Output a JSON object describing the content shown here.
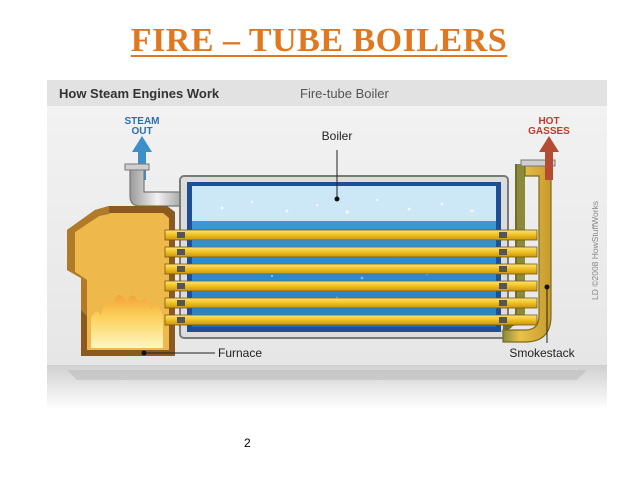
{
  "slide": {
    "title": "FIRE – TUBE BOILERS",
    "page_number": "2"
  },
  "figure": {
    "series_title": "How Steam Engines Work",
    "subtitle": "Fire-tube Boiler",
    "labels": {
      "steam_out_line1": "STEAM",
      "steam_out_line2": "OUT",
      "hot_gasses_line1": "HOT",
      "hot_gasses_line2": "GASSES",
      "boiler": "Boiler",
      "furnace": "Furnace",
      "smokestack": "Smokestack"
    },
    "credit": "LD ©2008 HowStuffWorks",
    "colors": {
      "header_band": "#e2e2e2",
      "steam_arrow": "#3d8fc8",
      "hot_gas_arrow": "#b44b32",
      "fire_tube": "#f0c020",
      "furnace": "#efb84a",
      "boiler_shell": "#1c4f95",
      "water": "#2a86c8",
      "steam_space": "#cce7f6",
      "label_red": "#c0392b"
    }
  }
}
